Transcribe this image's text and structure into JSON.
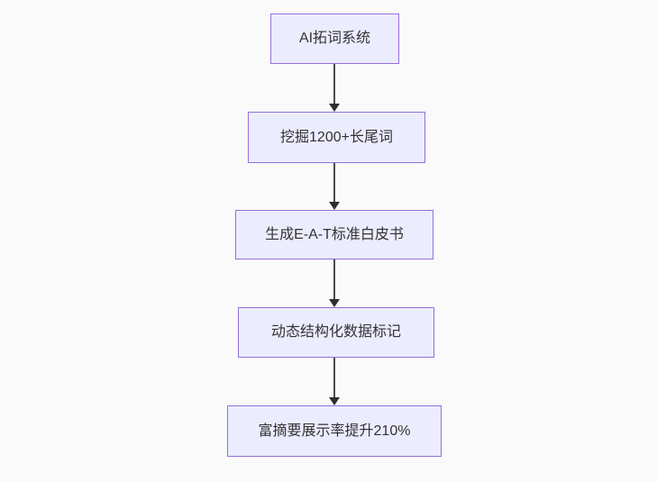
{
  "canvas": {
    "background_color": "#fafafa"
  },
  "flowchart": {
    "type": "flowchart",
    "direction": "top-to-bottom",
    "node_fill_color": "#ECECFF",
    "node_border_color": "#9370DB",
    "text_color": "#333333",
    "arrow_color": "#333333",
    "nodes": [
      {
        "label": "AI拓词系统"
      },
      {
        "label": "挖掘1200+长尾词"
      },
      {
        "label": "生成E-A-T标准白皮书"
      },
      {
        "label": "动态结构化数据标记"
      },
      {
        "label": "富摘要展示率提升210%"
      }
    ],
    "edges": [
      {
        "from": "AI拓词系统",
        "to": "挖掘1200+长尾词"
      },
      {
        "from": "挖掘1200+长尾词",
        "to": "生成E-A-T标准白皮书"
      },
      {
        "from": "生成E-A-T标准白皮书",
        "to": "动态结构化数据标记"
      },
      {
        "from": "动态结构化数据标记",
        "to": "富摘要展示率提升210%"
      }
    ]
  }
}
